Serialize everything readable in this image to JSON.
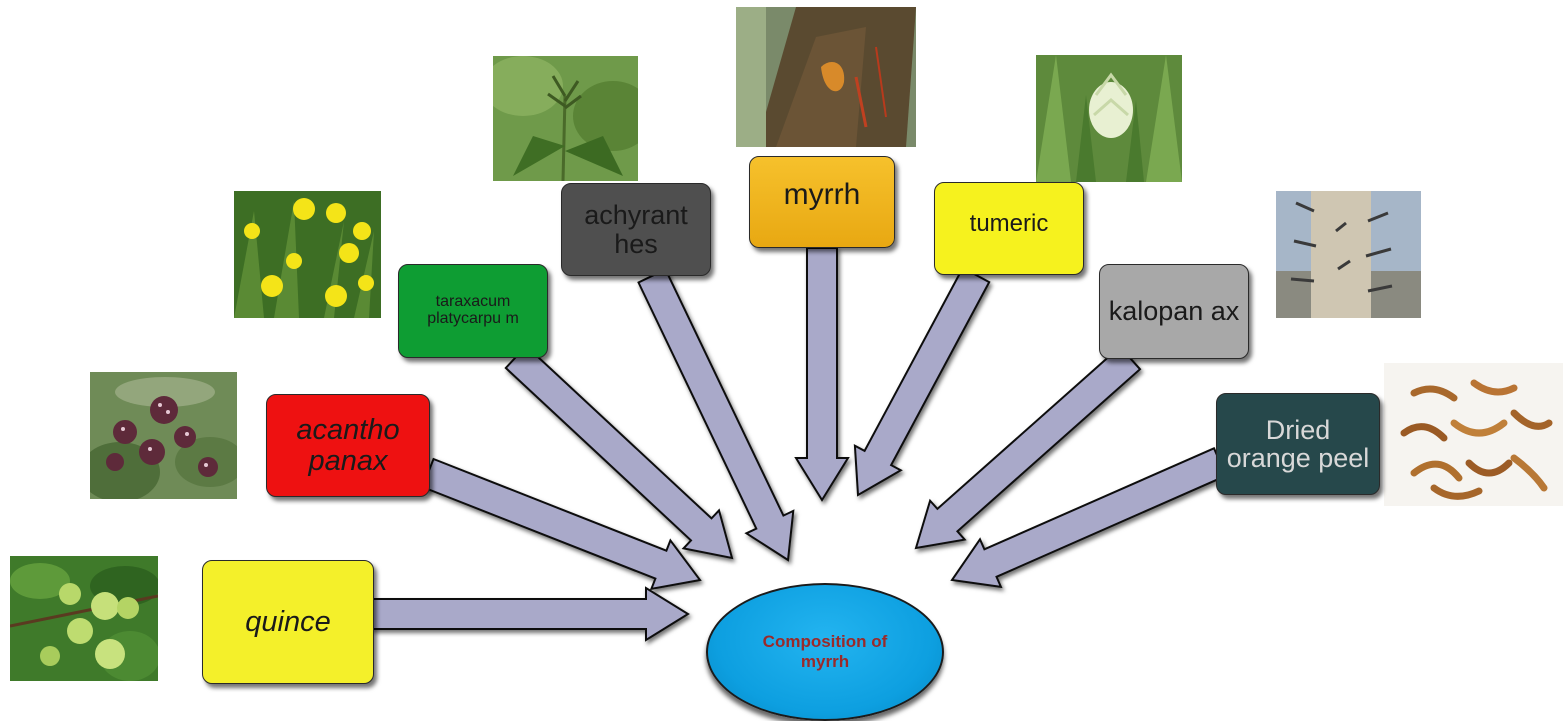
{
  "center": {
    "label": "Composition of myrrh"
  },
  "items": [
    {
      "key": "quince",
      "label": "quince",
      "color": "#f4f02a",
      "photo_icon": "quince-fruit-photo"
    },
    {
      "key": "acanthopanax",
      "label": "acantho panax",
      "color": "#ee1111",
      "photo_icon": "acanthopanax-berries-photo"
    },
    {
      "key": "taraxacum",
      "label": "taraxacum platycarpu m",
      "color": "#0e9d33",
      "photo_icon": "dandelion-flowers-photo"
    },
    {
      "key": "achyranthes",
      "label": "achyrant hes",
      "color": "#4f4f4f",
      "photo_icon": "achyranthes-plant-photo"
    },
    {
      "key": "myrrh",
      "label": "myrrh",
      "color": "#f3b31c",
      "photo_icon": "myrrh-resin-tree-photo"
    },
    {
      "key": "tumeric",
      "label": "tumeric",
      "color": "#f6f21e",
      "photo_icon": "turmeric-flower-photo"
    },
    {
      "key": "kalopanax",
      "label": "kalopan ax",
      "color": "#a8a8a8",
      "photo_icon": "kalopanax-thorny-bark-photo"
    },
    {
      "key": "dried-orange-peel",
      "label": "Dried orange peel",
      "color": "#26484b",
      "photo_icon": "dried-orange-peel-photo"
    }
  ],
  "colors": {
    "arrow_fill": "#a9a9c9",
    "arrow_stroke": "#111111",
    "center_fill": "#11a6e6",
    "center_text": "#9a2a2a"
  }
}
